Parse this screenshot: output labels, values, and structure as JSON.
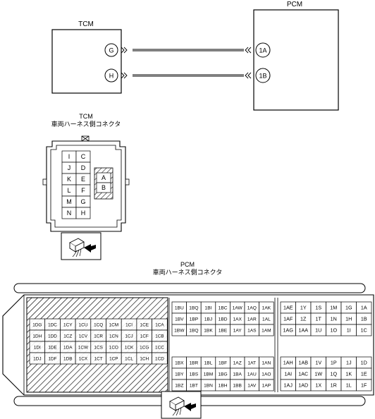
{
  "wiring": {
    "tcm_label": "TCM",
    "pcm_label": "PCM",
    "tcm_pins": [
      "G",
      "H"
    ],
    "pcm_pins": [
      "1A",
      "1B"
    ]
  },
  "tcm_connector": {
    "title": "TCM",
    "subtitle": "車両ハーネス側コネクタ",
    "left_col": [
      "I",
      "J",
      "K",
      "L",
      "M",
      "N"
    ],
    "right_col": [
      "C",
      "D",
      "E",
      "F",
      "G",
      "H"
    ],
    "inner": [
      "A",
      "B"
    ]
  },
  "pcm_connector": {
    "title": "PCM",
    "subtitle": "車両ハーネス側コネクタ",
    "hatched_rows": [
      [
        "1DG",
        "1DC",
        "1CY",
        "1CU",
        "1CQ",
        "1CM",
        "1CI",
        "1CE",
        "1CA"
      ],
      [
        "1DH",
        "1DD",
        "1CZ",
        "1CV",
        "1CR",
        "1CN",
        "1CJ",
        "1CF",
        "1CB"
      ],
      [
        "1DI",
        "1DE",
        "1DA",
        "1CW",
        "1CS",
        "1CO",
        "1CK",
        "1CG",
        "1CC"
      ],
      [
        "1DJ",
        "1DF",
        "1DB",
        "1CX",
        "1CT",
        "1CP",
        "1CL",
        "1CH",
        "1CD"
      ]
    ],
    "mid_top_rows": [
      [
        "1BU",
        "1BQ",
        "1BI",
        "1BC",
        "1AW",
        "1AQ",
        "1AK"
      ],
      [
        "1BV",
        "1BP",
        "1BJ",
        "1BD",
        "1AX",
        "1AR",
        "1AL"
      ],
      [
        "1BW",
        "1BQ",
        "1BK",
        "1BE",
        "1AY",
        "1AS",
        "1AM"
      ]
    ],
    "mid_bot_rows": [
      [
        "1BX",
        "1BR",
        "1BL",
        "1BF",
        "1AZ",
        "1AT",
        "1AN"
      ],
      [
        "1BY",
        "1BS",
        "1BM",
        "1BG",
        "1BA",
        "1AU",
        "1AO"
      ],
      [
        "1BZ",
        "1BT",
        "1BN",
        "1BH",
        "1BB",
        "1AV",
        "1AP"
      ]
    ],
    "right_top_rows": [
      [
        "1AE",
        "1Y",
        "1S",
        "1M",
        "1G",
        "1A"
      ],
      [
        "1AF",
        "1Z",
        "1T",
        "1N",
        "1H",
        "1B"
      ],
      [
        "1AG",
        "1AA",
        "1U",
        "1O",
        "1I",
        "1C"
      ]
    ],
    "right_bot_rows": [
      [
        "1AH",
        "1AB",
        "1V",
        "1P",
        "1J",
        "1D"
      ],
      [
        "1AI",
        "1AC",
        "1W",
        "1Q",
        "1K",
        "1E"
      ],
      [
        "1AJ",
        "1AD",
        "1X",
        "1R",
        "1L",
        "1F"
      ]
    ]
  }
}
